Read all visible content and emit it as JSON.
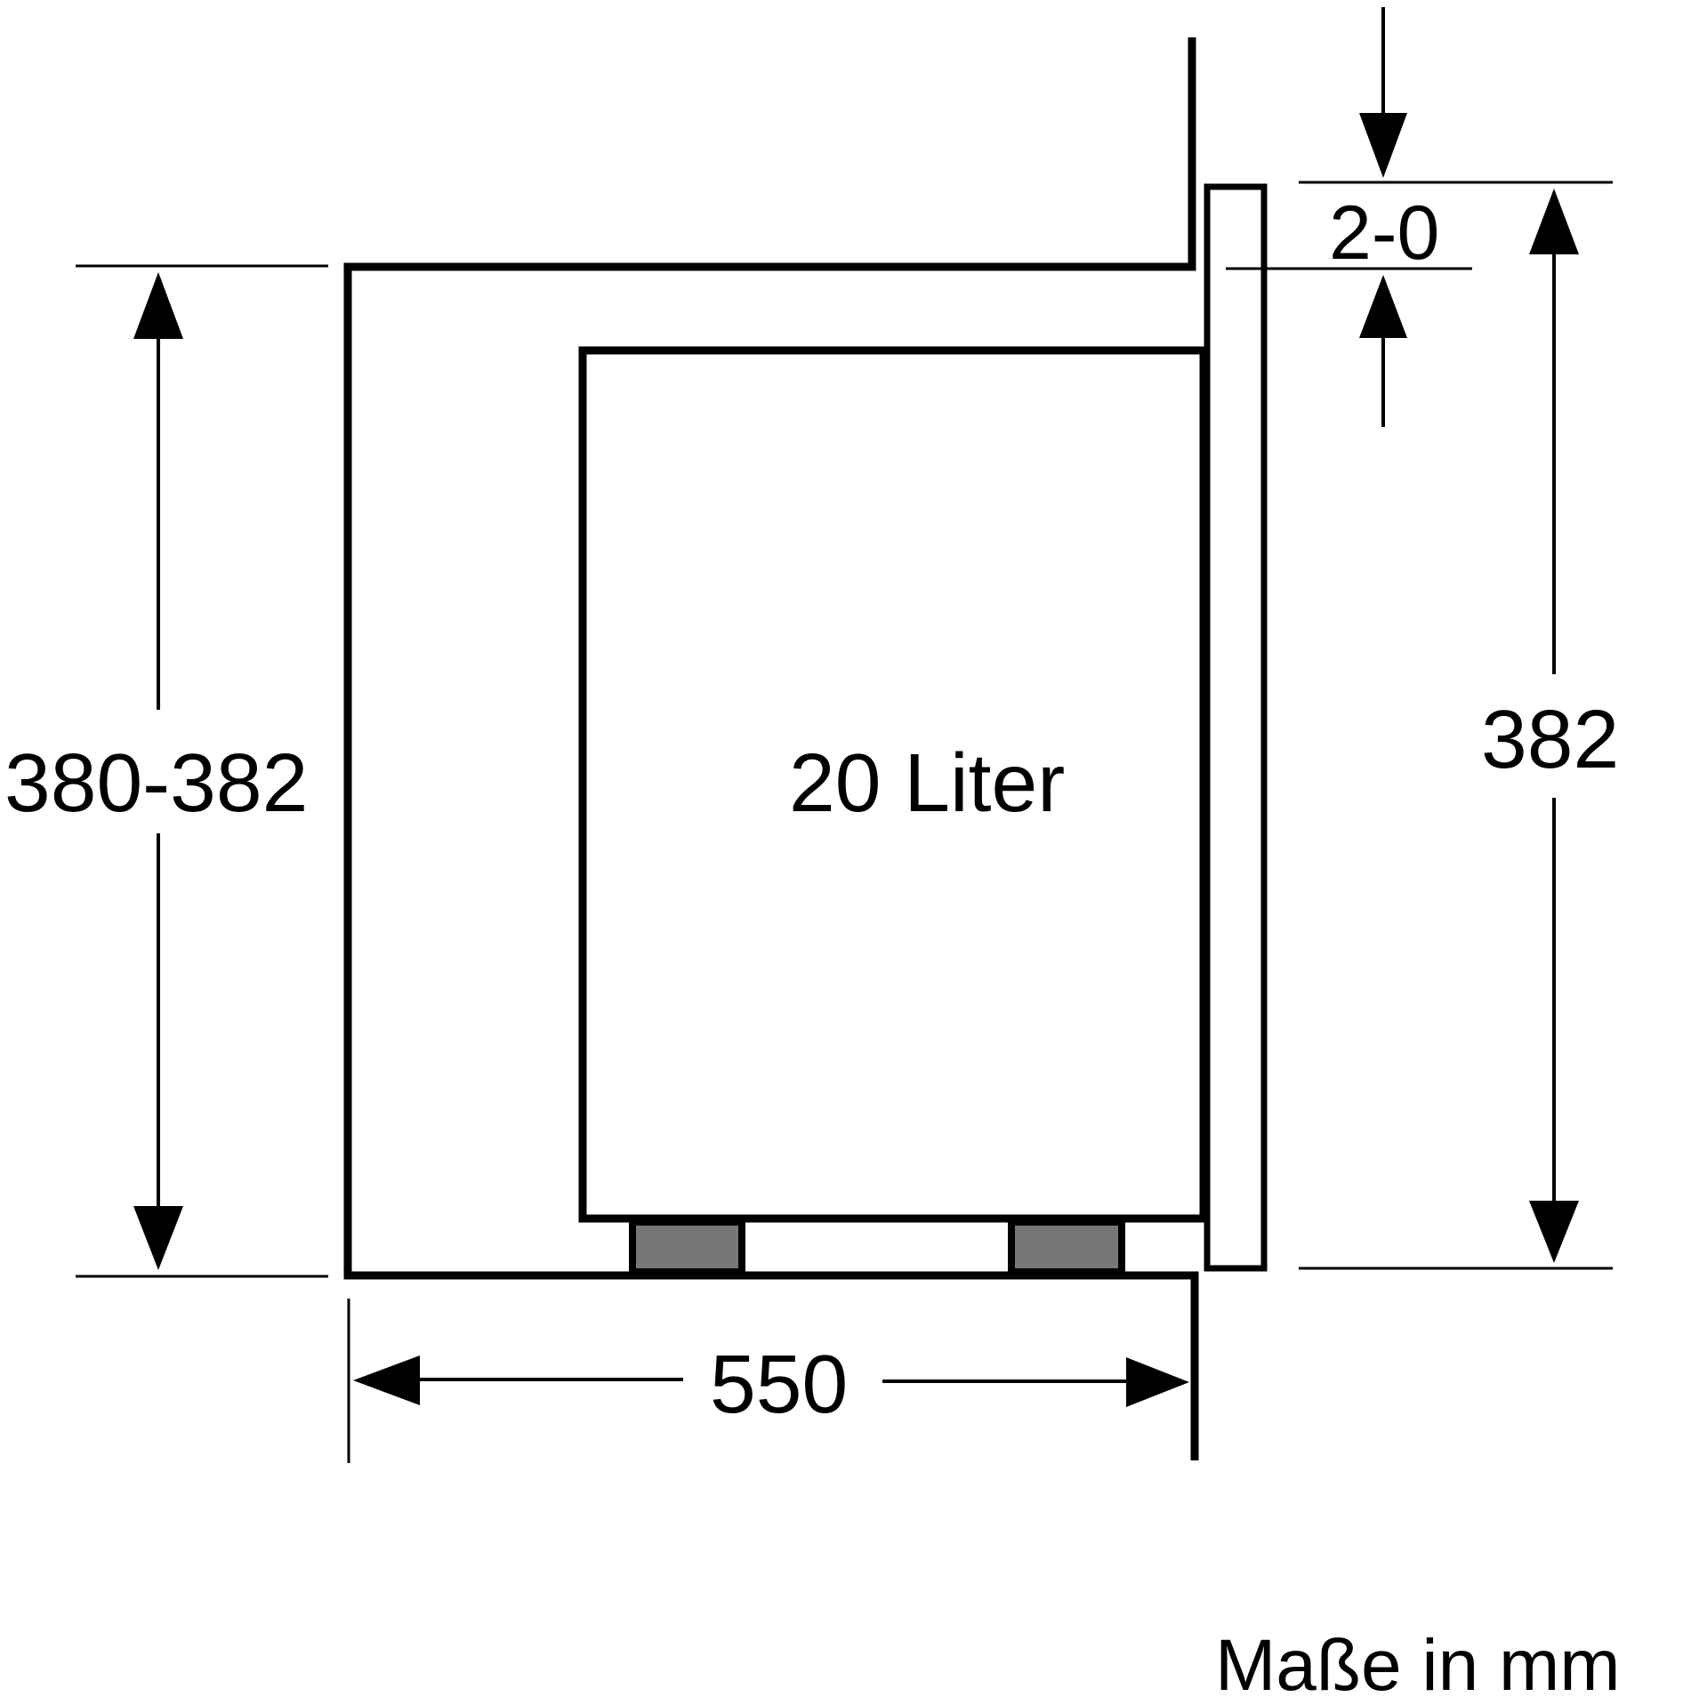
{
  "labels": {
    "volume": "20 Liter",
    "niche_height": "380-382",
    "appliance_height": "382",
    "gap": "2-0",
    "depth": "550",
    "units_note": "Maße in mm"
  },
  "colors": {
    "line": "#000000",
    "foot_fill": "#777777",
    "background": "#ffffff"
  }
}
